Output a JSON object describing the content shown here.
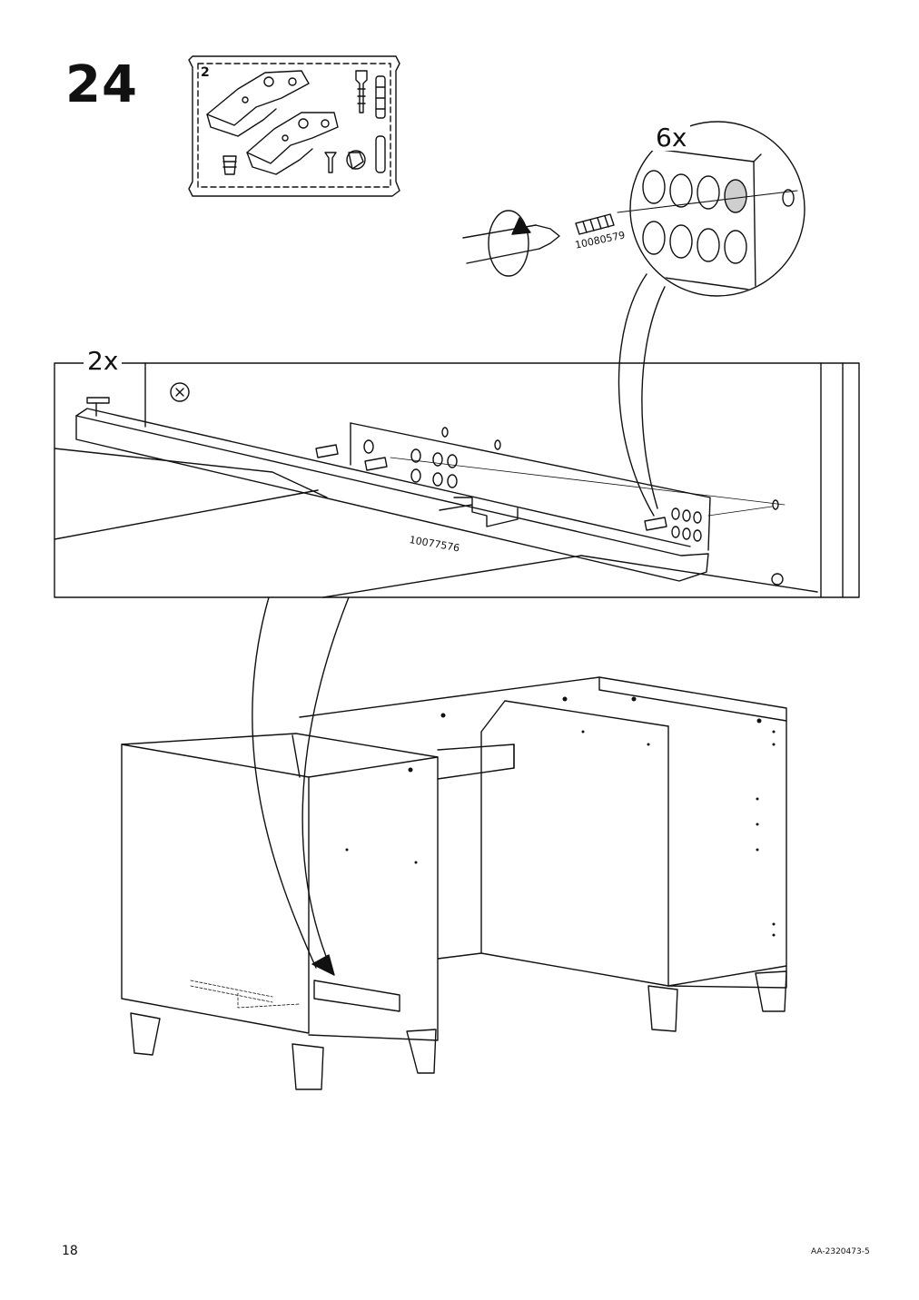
{
  "step": {
    "number": "24"
  },
  "hardware_bag": {
    "number": "2"
  },
  "quantities": {
    "detail": "6x",
    "panel": "2x"
  },
  "parts": {
    "screw_id": "10080579",
    "rail_id": "10077576"
  },
  "footer": {
    "page_number": "18",
    "doc_code": "AA-2320473-5"
  },
  "icons": {
    "rotation": "clockwise-rotation-arrow-icon",
    "screwdriver": "screwdriver-icon"
  }
}
